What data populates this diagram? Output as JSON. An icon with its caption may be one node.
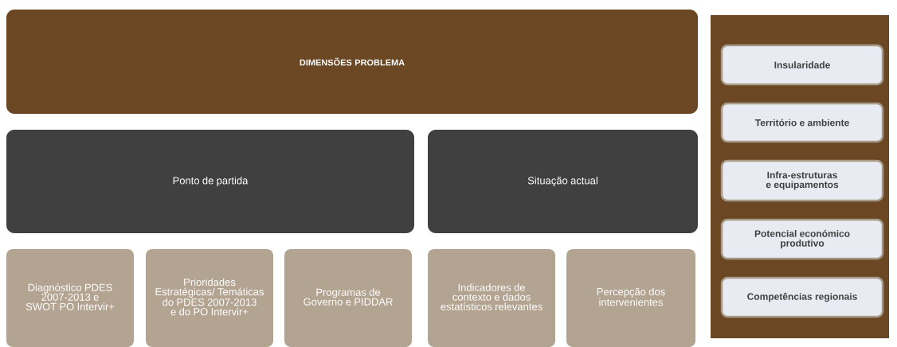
{
  "diagram": {
    "nodes": [
      {
        "text": [
          "DIMENSÕES PROBLEMA"
        ]
      },
      {
        "text": [
          "Ponto de partida"
        ]
      },
      {
        "text": [
          "Situação actual"
        ]
      },
      {
        "text": [
          "Diagnóstico PDES 2007-2013 e SWOT PO Intervir+"
        ]
      },
      {
        "text": [
          "Prioridades Estratégicas/ Temáticas do PDES 2007-2013 e do PO Intervir+"
        ]
      },
      {
        "text": [
          "Programas de Governo e PIDDAR"
        ]
      },
      {
        "text": [
          "Indicadores de contexto e dados estatísticos relevantes"
        ]
      },
      {
        "text": [
          "Percepção dos intervenientes"
        ]
      },
      {
        "text": [],
        "shape": "box"
      },
      {
        "text": [
          "Insularidade"
        ],
        "in": 8
      },
      {
        "text": [
          "Território e ambiente"
        ],
        "in": 8
      },
      {
        "text": [
          "Infra-estruturas e equipamentos"
        ],
        "in": 8
      },
      {
        "text": [
          "Potencial económico produtivo"
        ],
        "in": 8
      },
      {
        "text": [
          "Competências regionais"
        ],
        "in": 8
      }
    ]
  }
}
